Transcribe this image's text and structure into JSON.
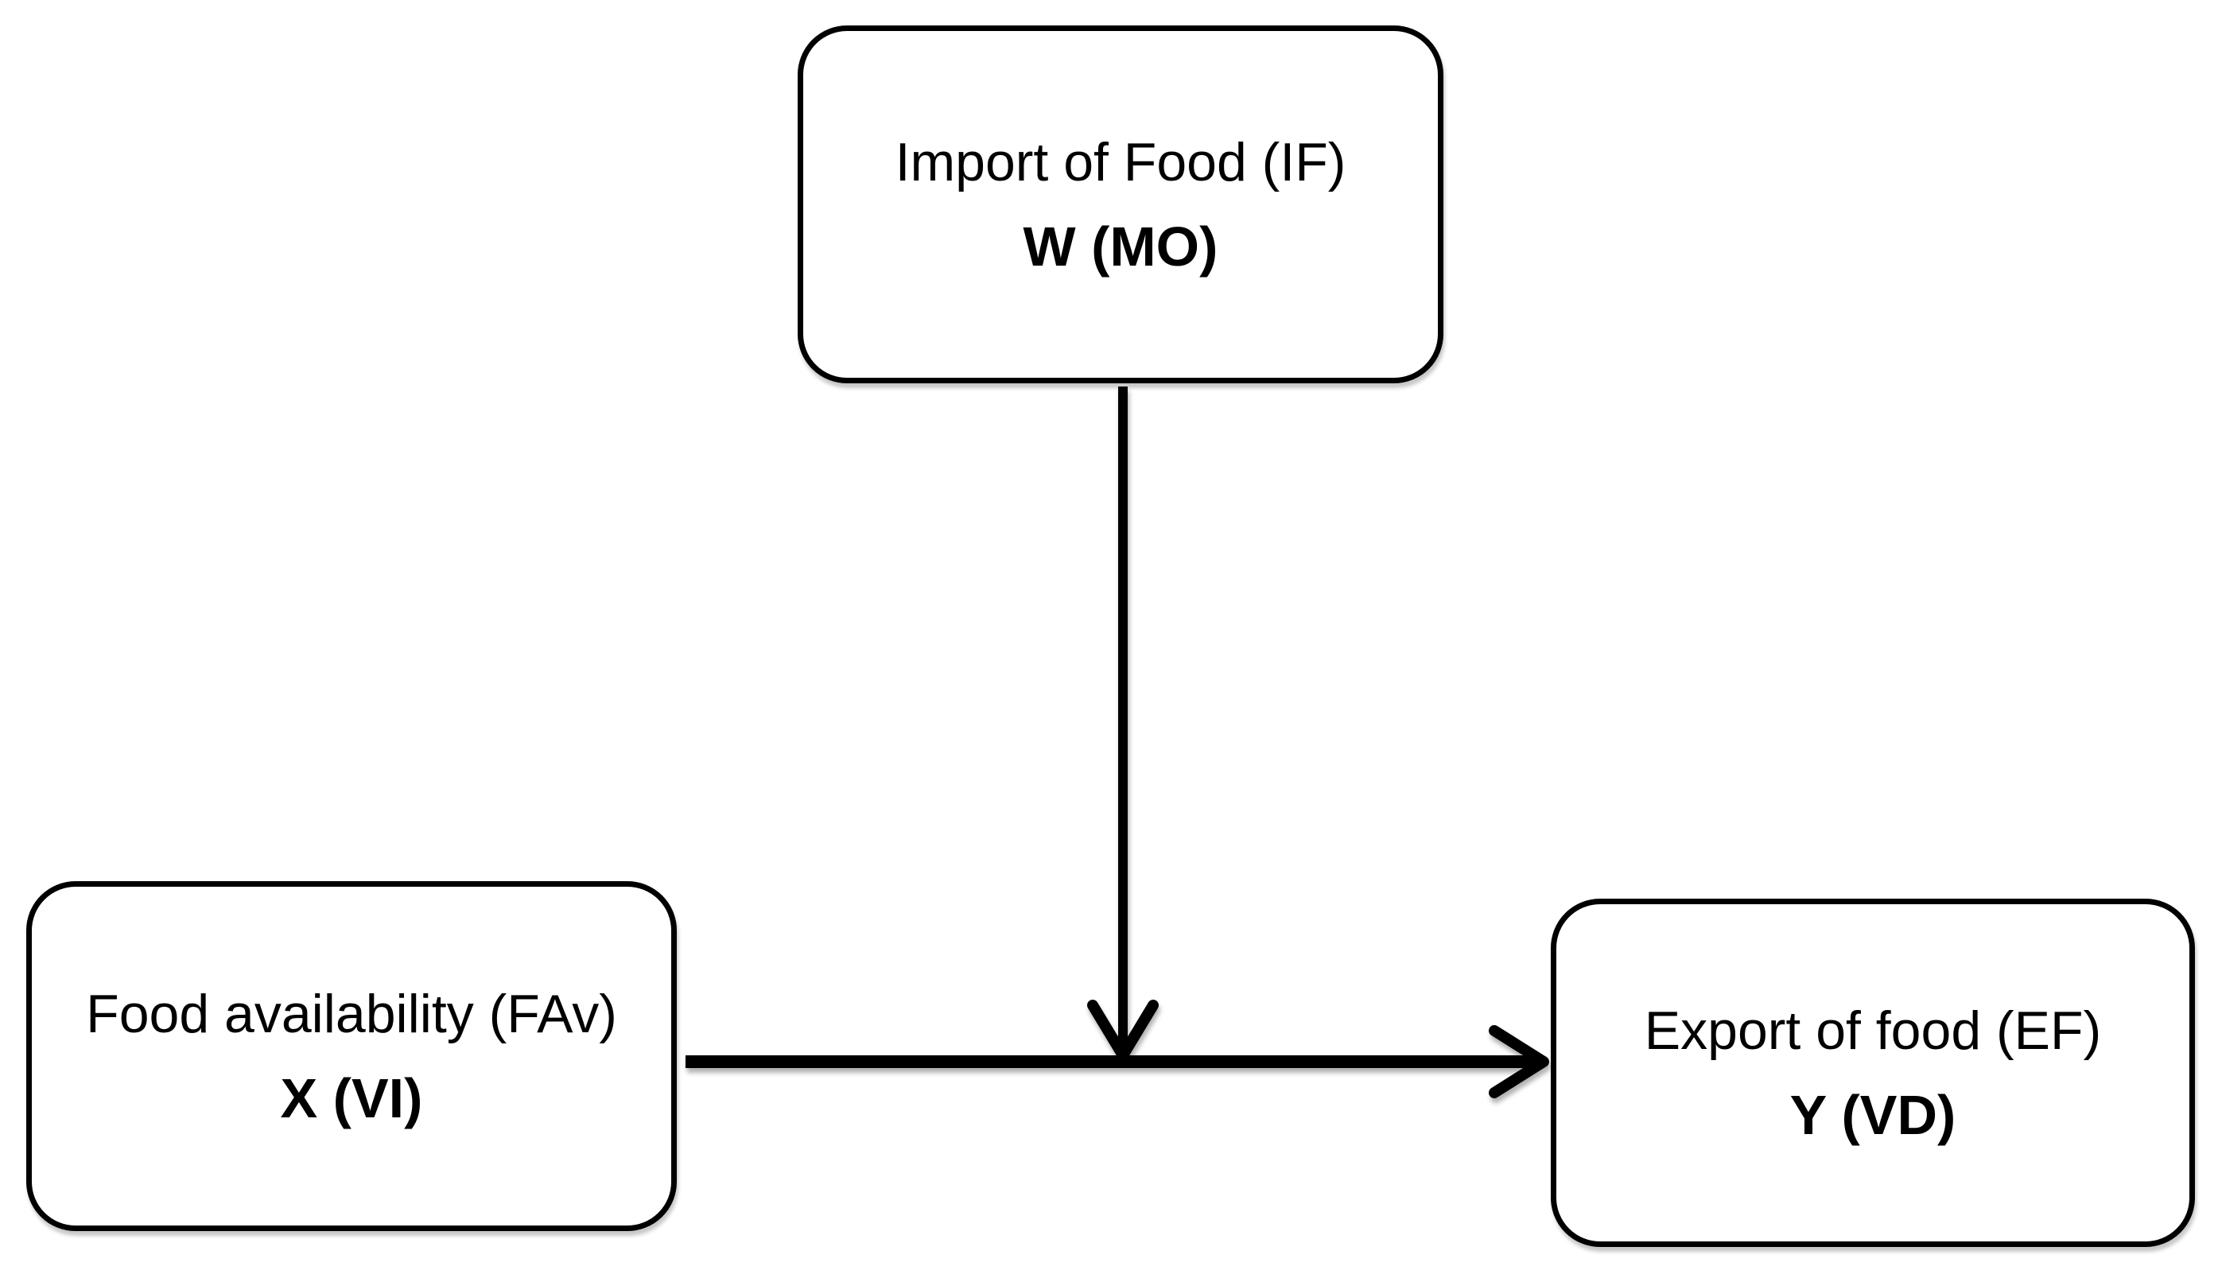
{
  "figure": {
    "background_color": "#ffffff",
    "line_color": "#000000",
    "nodes": {
      "moderator": {
        "label": "Import of Food (IF)",
        "variable": "W (MO)",
        "role": "moderator"
      },
      "independent": {
        "label": "Food availability (FAv)",
        "variable": "X (VI)",
        "role": "independent-variable"
      },
      "dependent": {
        "label": "Export of food (EF)",
        "variable": "Y (VD)",
        "role": "dependent-variable"
      }
    },
    "edges": [
      {
        "name": "direct-effect-arrow",
        "from": "Food availability (FAv)",
        "to": "Export of food (EF)",
        "style": "thick-open-arrow"
      },
      {
        "name": "moderation-arrow",
        "from": "Import of Food (IF)",
        "to": "direct-effect-arrow",
        "style": "open-arrow"
      }
    ]
  }
}
